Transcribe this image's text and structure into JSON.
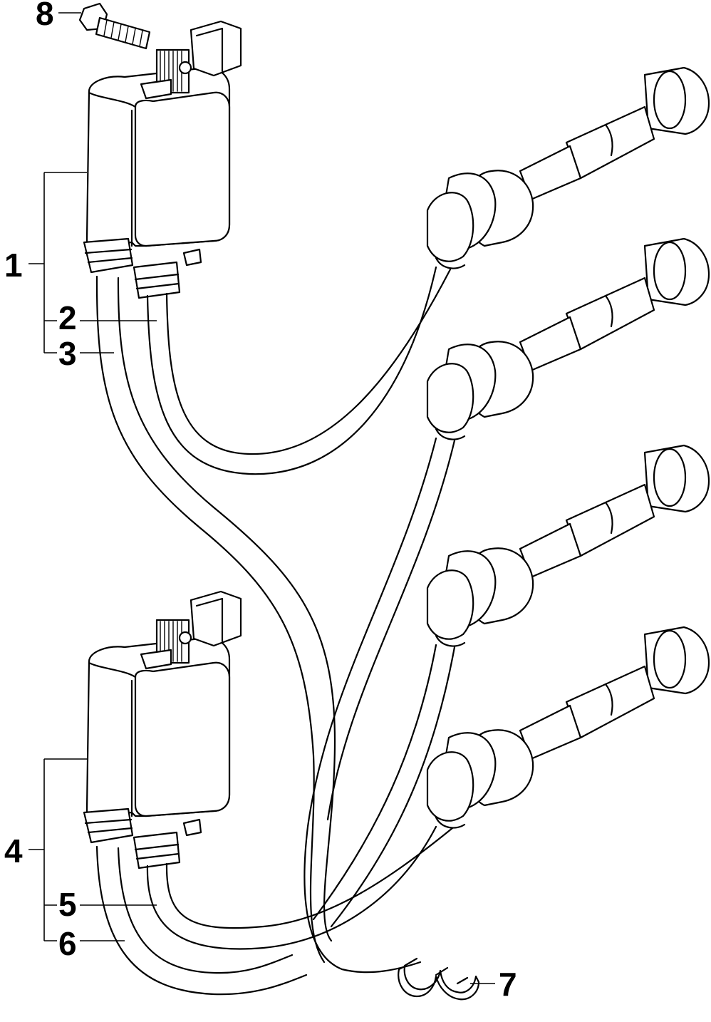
{
  "callouts": [
    {
      "id": "1",
      "text": "1"
    },
    {
      "id": "2",
      "text": "2"
    },
    {
      "id": "3",
      "text": "3"
    },
    {
      "id": "4",
      "text": "4"
    },
    {
      "id": "5",
      "text": "5"
    },
    {
      "id": "6",
      "text": "6"
    },
    {
      "id": "7",
      "text": "7"
    },
    {
      "id": "8",
      "text": "8"
    }
  ]
}
